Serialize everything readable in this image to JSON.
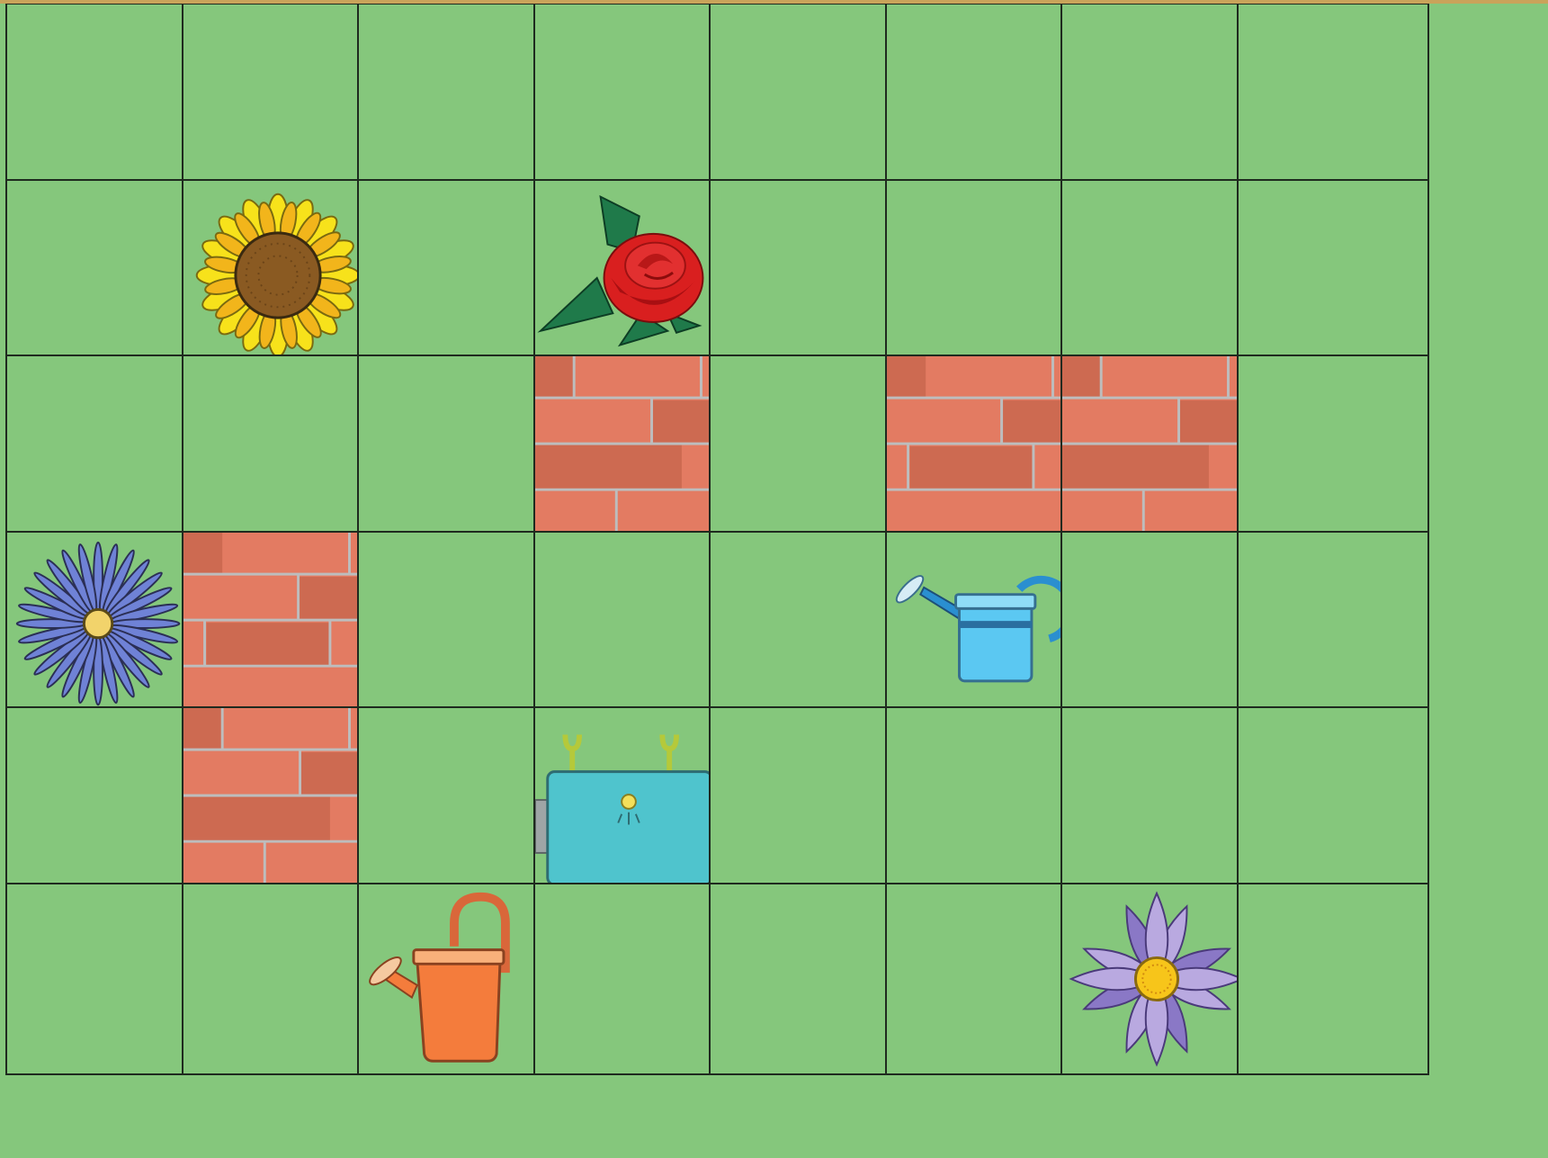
{
  "board": {
    "rows": 6,
    "cols": 8,
    "colors": {
      "grass": "#85c77c",
      "grid_line": "#1f2a1f",
      "brick": "#e37b62",
      "brick_dark": "#cd6a51",
      "mortar": "#bdbdbd"
    },
    "cells": [
      [
        "empty",
        "empty",
        "empty",
        "empty",
        "empty",
        "empty",
        "empty",
        "empty"
      ],
      [
        "empty",
        "sunflower",
        "empty",
        "rose",
        "empty",
        "empty",
        "empty",
        "empty"
      ],
      [
        "empty",
        "empty",
        "empty",
        "brick-wall",
        "empty",
        "brick-wall",
        "brick-wall",
        "empty"
      ],
      [
        "blue-aster",
        "brick-wall",
        "empty",
        "empty",
        "empty",
        "blue-watering-can",
        "empty",
        "empty"
      ],
      [
        "empty",
        "brick-wall",
        "empty",
        "robot",
        "empty",
        "empty",
        "empty",
        "empty"
      ],
      [
        "empty",
        "empty",
        "orange-watering-can",
        "empty",
        "empty",
        "empty",
        "purple-flower",
        "empty"
      ]
    ]
  },
  "items": {
    "sunflower": {
      "icon": "sunflower-icon",
      "petal_color": "#f7e21b",
      "center_color": "#8a5a22"
    },
    "rose": {
      "icon": "rose-icon",
      "petal_color": "#d91f1f",
      "leaf_color": "#1f7a4a"
    },
    "blue-aster": {
      "icon": "blue-aster-icon",
      "petal_color": "#6f82d6",
      "center_color": "#f2d36b"
    },
    "blue-watering-can": {
      "icon": "blue-watering-can-icon",
      "color": "#5bc8f2",
      "handle_color": "#2a8fd0"
    },
    "orange-watering-can": {
      "icon": "orange-watering-can-icon",
      "color": "#f47c3c"
    },
    "robot": {
      "icon": "robot-icon",
      "color": "#4fc4cd",
      "antenna_color": "#b5c93a"
    },
    "purple-flower": {
      "icon": "purple-flower-icon",
      "petal_color": "#b9a9e0",
      "petal_dark": "#8a78c6",
      "center_color": "#f7c51a"
    },
    "brick-wall": {
      "icon": "brick-wall-icon"
    }
  }
}
